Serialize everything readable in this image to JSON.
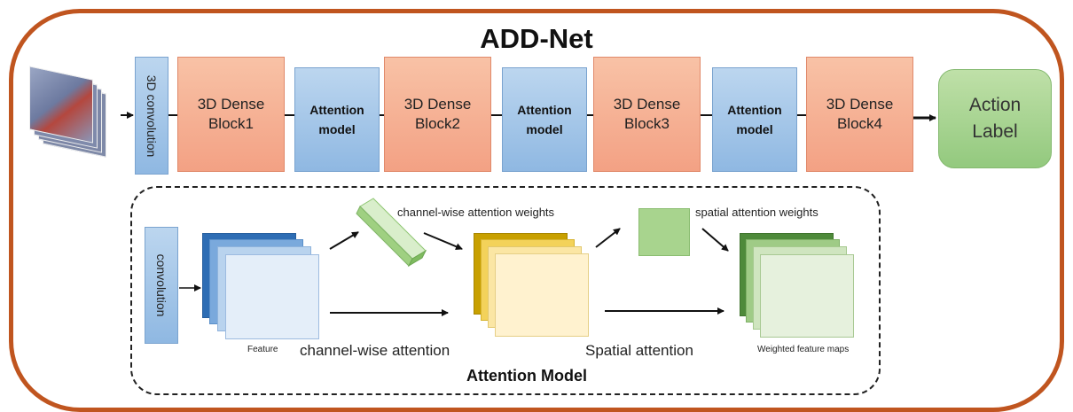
{
  "title": "ADD-Net",
  "conv3d_label": "3D convolution",
  "dense_blocks": [
    "3D Dense\nBlock1",
    "3D Dense\nBlock2",
    "3D Dense\nBlock3",
    "3D Dense\nBlock4"
  ],
  "attention_blocks": [
    "Attention\nmodel",
    "Attention\nmodel",
    "Attention\nmodel"
  ],
  "action_label": "Action\nLabel",
  "attention_model": {
    "title": "Attention Model",
    "convolution_label": "convolution",
    "feature_label": "Feature",
    "channel_weights_label": "channel-wise attention weights",
    "channel_attention_label": "channel-wise attention",
    "spatial_weights_label": "spatial attention weights",
    "spatial_attention_label": "Spatial attention",
    "weighted_maps_label": "Weighted feature maps"
  },
  "colors": {
    "frame": "#c0551f",
    "dense": "#f3a184",
    "attention": "#8fb8e2",
    "label": "#93c97e",
    "feature_blue": "#2e6db4",
    "feature_yellow": "#c8a000",
    "feature_green": "#4e8a3a"
  }
}
